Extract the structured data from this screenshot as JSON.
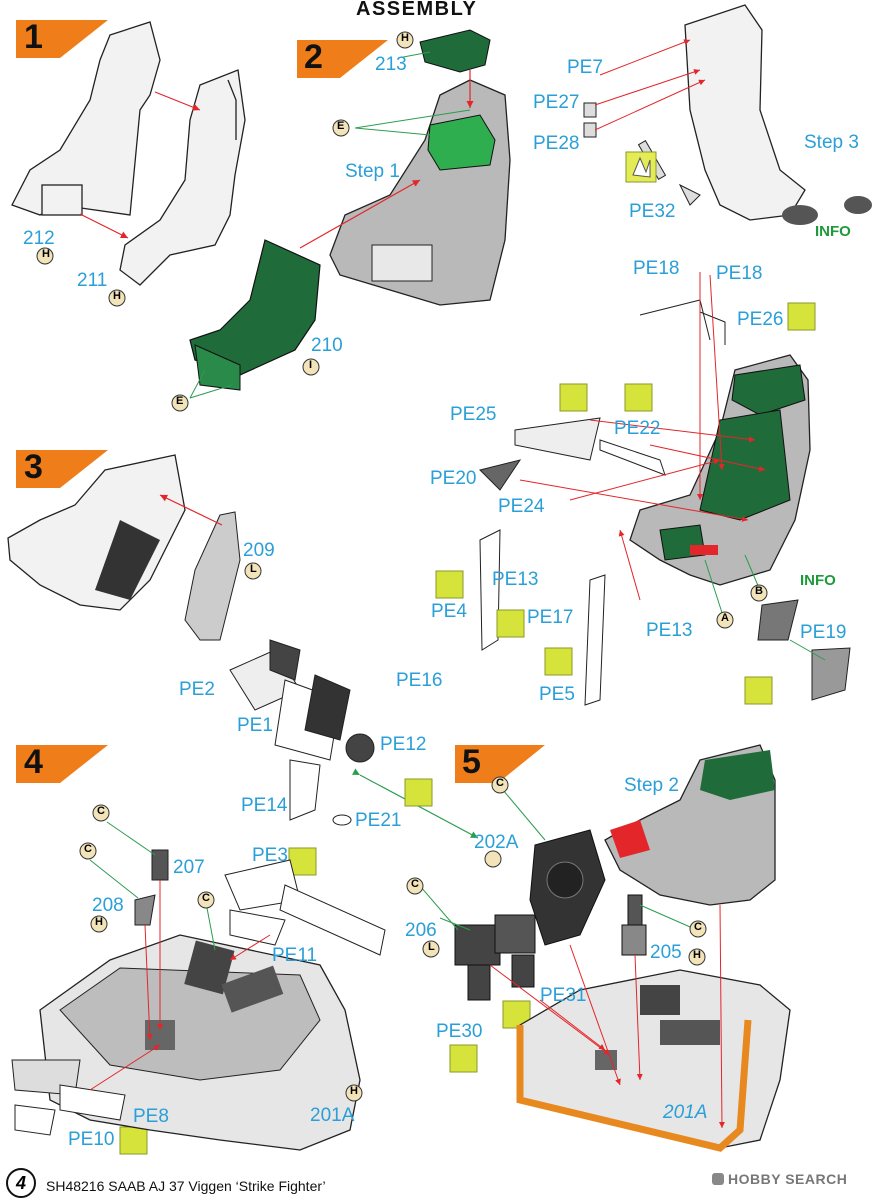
{
  "title": "ASSEMBLY",
  "steps": [
    {
      "number": "1"
    },
    {
      "number": "2",
      "sub_step": "Step 1"
    },
    {
      "number": "3"
    },
    {
      "number": "4"
    },
    {
      "number": "5",
      "sub_step": "Step 2"
    }
  ],
  "step3_label": "Step 3",
  "info_labels": [
    "INFO",
    "INFO"
  ],
  "parts": [
    "212",
    "211",
    "213",
    "210",
    "209",
    "207",
    "208",
    "201A",
    "202A",
    "206",
    "205",
    "201A"
  ],
  "photoetch": [
    "PE7",
    "PE27",
    "PE28",
    "PE32",
    "PE18",
    "PE18",
    "PE26",
    "PE25",
    "PE22",
    "PE20",
    "PE24",
    "PE13",
    "PE17",
    "PE4",
    "PE13",
    "PE5",
    "PE19",
    "PE2",
    "PE16",
    "PE1",
    "PE12",
    "PE14",
    "PE21",
    "PE3",
    "PE11",
    "PE8",
    "PE10",
    "PE31",
    "PE30"
  ],
  "paint_codes": [
    "H",
    "H",
    "H",
    "E",
    "E",
    "I",
    "L",
    "C",
    "C",
    "H",
    "C",
    "H",
    "C",
    "C",
    "L",
    "C",
    "H",
    "A",
    "B"
  ],
  "footer": {
    "page_number": "4",
    "product": "SH48216  SAAB AJ 37 Viggen ‘Strike Fighter’",
    "watermark": "HOBBY SEARCH"
  },
  "colors": {
    "step_badge": "#ef7d1a",
    "part_label": "#2a9fd8",
    "seat_green": "#1f6b3a",
    "seat_green_light": "#2fae4f",
    "info_green": "#1e9a3a",
    "arrow_red": "#e3262a",
    "arrow_green": "#2a9d4f",
    "orange_outline": "#e8891f",
    "hint_yellow": "#d6e33a"
  }
}
